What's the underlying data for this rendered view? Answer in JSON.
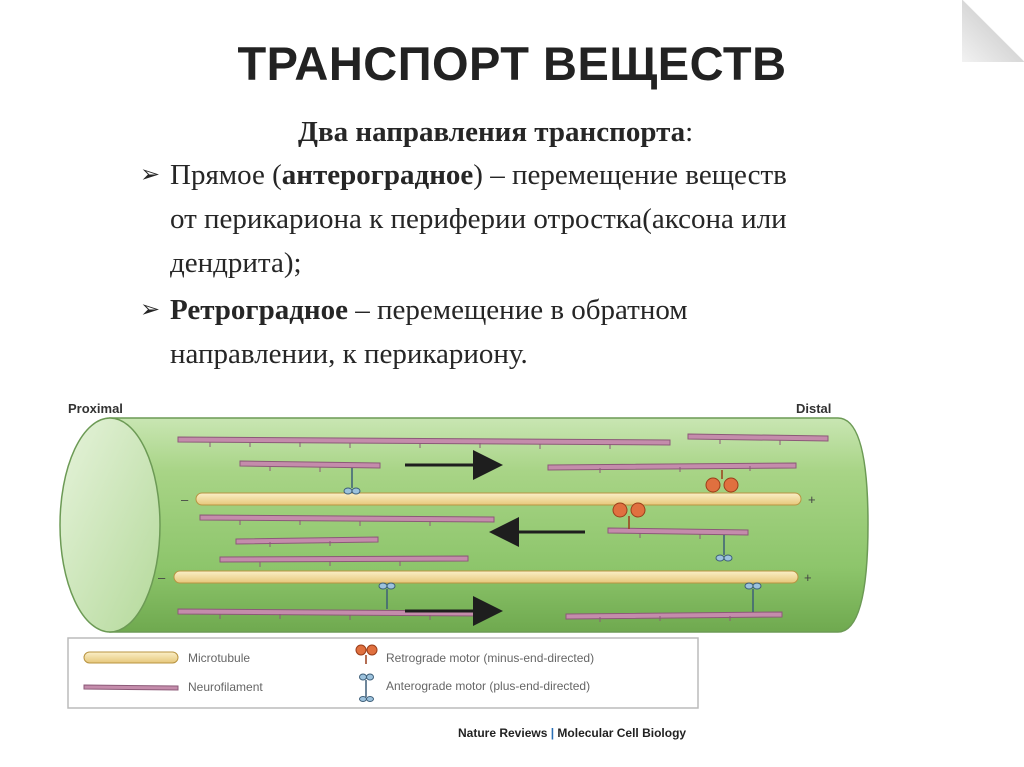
{
  "slide": {
    "title": "ТРАНСПОРТ ВЕЩЕСТВ",
    "subtitle": "Два направления транспорта",
    "subtitle_colon": ":",
    "bullet_mark": "➢",
    "bullets": [
      {
        "open_paren": "Прямое (",
        "bold": "антероградное",
        "line1_rest": ") – перемещение веществ",
        "line2": "от перикариона к периферии отростка(аксона или",
        "line3": "дендрита);"
      },
      {
        "bold": "Ретроградное",
        "line1_rest": " – перемещение в обратном",
        "line2": "направлении, к перикариону."
      }
    ]
  },
  "diagram": {
    "label_proximal": "Proximal",
    "label_distal": "Distal",
    "minus": "–",
    "plus": "+",
    "legend": {
      "microtubule": "Microtubule",
      "neurofilament": "Neurofilament",
      "retrograde": "Retrograde motor (minus-end-directed)",
      "anterograde": "Anterograde motor (plus-end-directed)"
    },
    "credit_journal": "Nature Reviews",
    "credit_sep": " | ",
    "credit_section": "Molecular Cell Biology",
    "colors": {
      "axon": "#9fd07a",
      "microtubule": "#f3dc9a",
      "neurofilament": "#c98eb0",
      "retrograde_motor": "#e0703f",
      "anterograde_motor": "#8fb6d3"
    }
  }
}
